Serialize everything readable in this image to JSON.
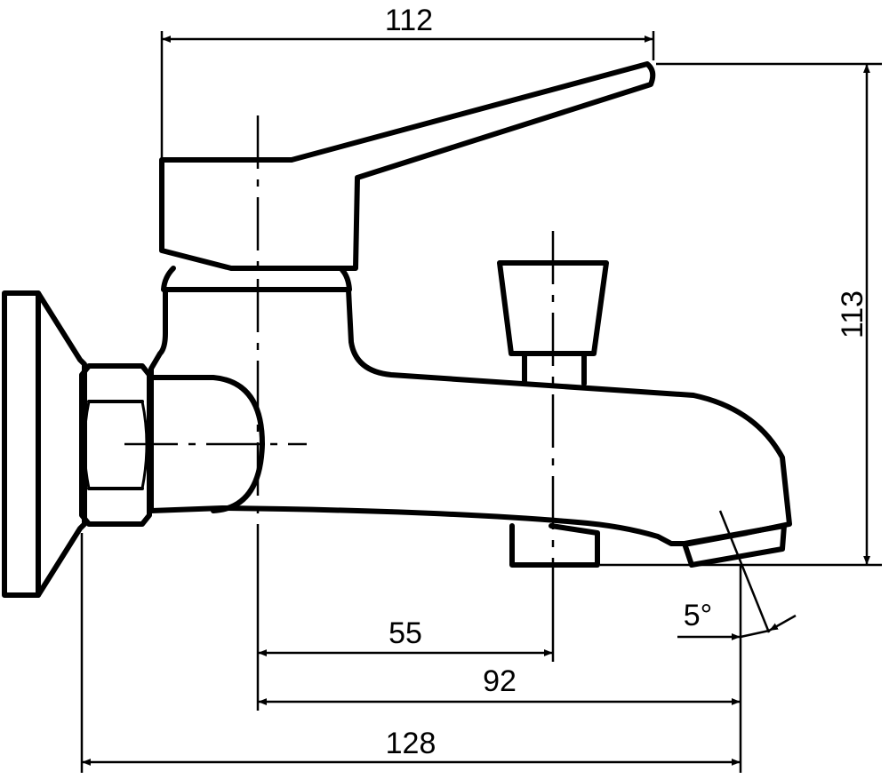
{
  "drawing": {
    "dimensions": {
      "lever_reach": "112",
      "total_height": "113",
      "wall_to_diverter": "55",
      "wall_to_outlet": "92",
      "flange_to_outlet": "128",
      "outlet_angle": "5°"
    },
    "line_color": "#000000",
    "background": "#ffffff"
  }
}
